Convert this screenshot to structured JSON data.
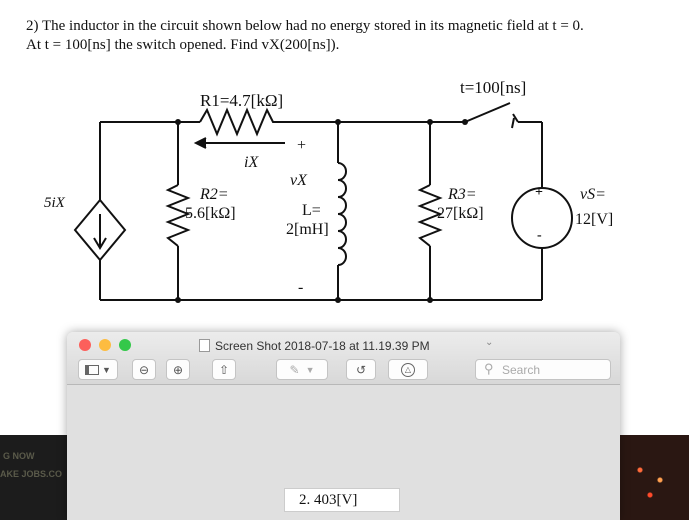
{
  "question": {
    "line1": "2) The inductor in the circuit shown below had no energy stored in its magnetic field at t = 0.",
    "line2": "At t = 100[ns] the switch opened.  Find vX(200[ns])."
  },
  "circuit": {
    "r1": "R1=4.7[kΩ]",
    "switch_time": "t=100[ns]",
    "ix": "iX",
    "vx": "vX",
    "plus": "+",
    "minus": "-",
    "dep_source": "5iX",
    "r2_a": "R2=",
    "r2_b": "5.6[kΩ]",
    "l_a": "L=",
    "l_b": "2[mH]",
    "r3_a": "R3=",
    "r3_b": "27[kΩ]",
    "vs_a": "vS=",
    "vs_b": "12[V]"
  },
  "background": {
    "left_text1": "G  NOW",
    "left_text2": "AKE JOBS.CO"
  },
  "preview": {
    "title": "Screen Shot 2018-07-18 at 11.19.39 PM",
    "search_placeholder": "Search",
    "thumbnail_text": "2.  403[V]",
    "colors": {
      "close": "#fc605b",
      "minimize": "#fdbc40",
      "zoom": "#34c84a"
    }
  }
}
